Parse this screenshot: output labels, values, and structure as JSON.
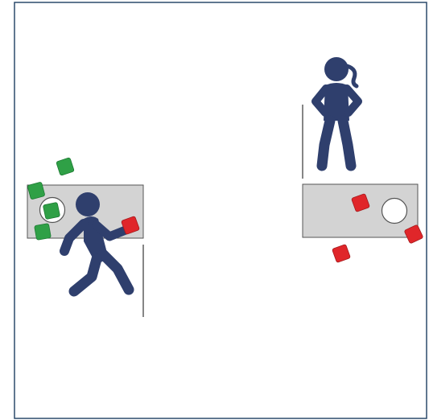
{
  "scene": {
    "colors": {
      "frame": "#2c4a6b",
      "figure": "#2f3f6d",
      "table_fill": "#d3d3d3",
      "table_stroke": "#555555",
      "green_cube": "#2fa046",
      "green_cube_stroke": "#1d7a33",
      "red_cube": "#e0262a",
      "red_cube_stroke": "#a51b1e",
      "target_ring": "#555555",
      "divider_line": "#444444"
    },
    "left_station": {
      "figure": "running-person-icon",
      "cubes": {
        "color": "green",
        "count_around_table": 4,
        "in_target": 1
      },
      "carried_cube": "red"
    },
    "right_station": {
      "figure": "standing-person-icon",
      "cubes": {
        "color": "red",
        "count": 3
      },
      "target_state": "empty"
    }
  }
}
